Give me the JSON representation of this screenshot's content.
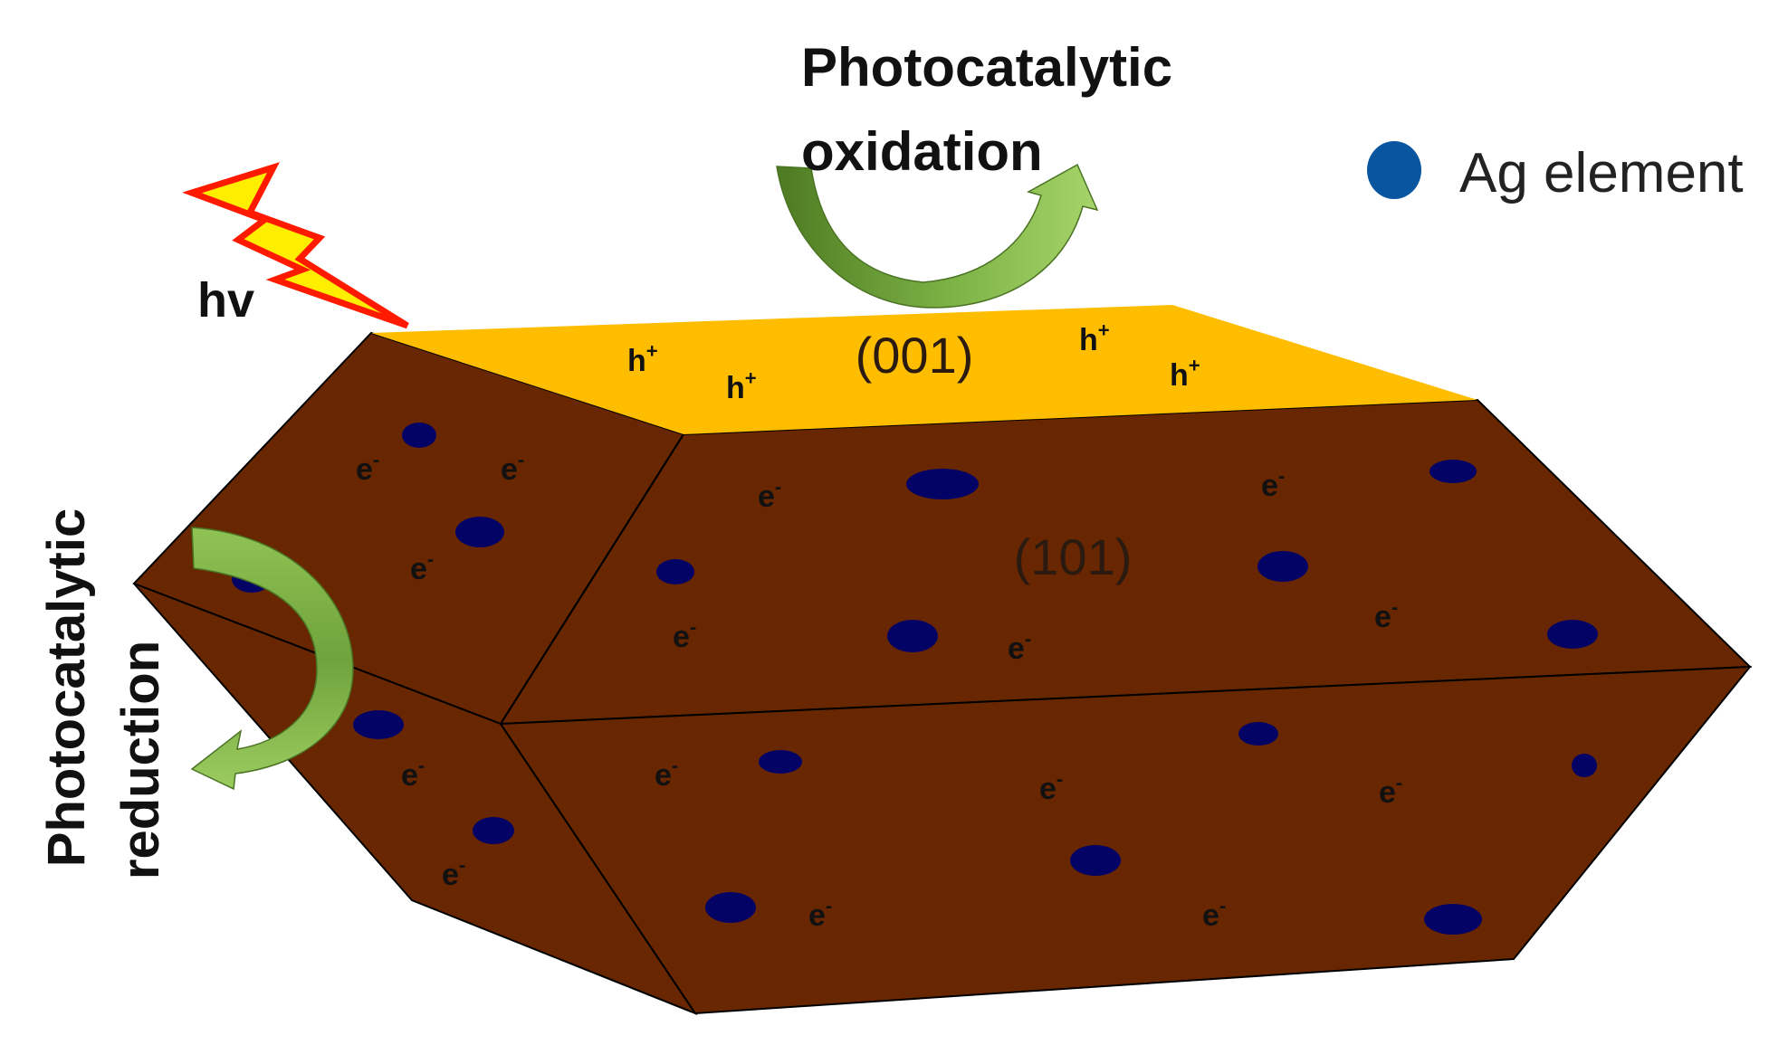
{
  "labels": {
    "oxidation_line1": "Photocatalytic",
    "oxidation_line2": "oxidation",
    "reduction_line1": "Photocatalytic",
    "reduction_line2": "reduction",
    "light": "hv",
    "legend": "Ag  element",
    "face_top": "(001)",
    "face_side": "(101)"
  },
  "carriers": {
    "hole_base": "h",
    "hole_sup": "+",
    "electron_base": "e",
    "electron_sup": "-"
  },
  "colors": {
    "crystal_body": "#682601",
    "crystal_top": "#ffbd00",
    "ag_dot": "#030366",
    "legend_dot": "#0a55a0",
    "arrow_green": "#6fa33c",
    "bolt_fill": "#ffee00",
    "bolt_outline": "#ff1a00"
  },
  "icons": {
    "light": "lightning-bolt-icon",
    "oxidation": "curved-arrow-up-icon",
    "reduction": "curved-arrow-left-icon",
    "legend": "ag-dot-icon"
  }
}
